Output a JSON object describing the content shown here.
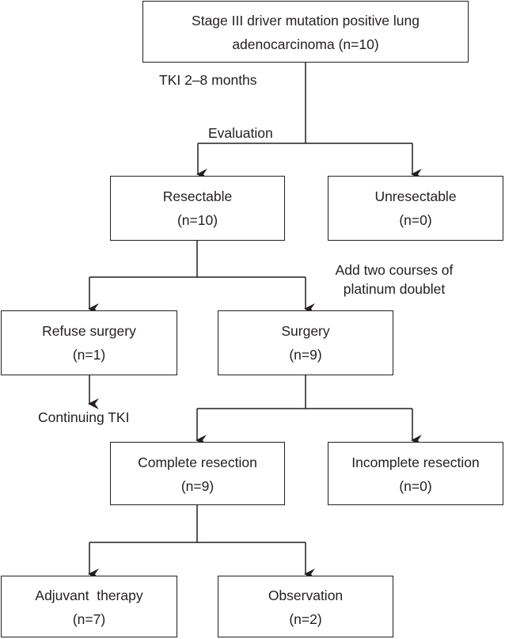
{
  "boxes": {
    "start": {
      "line1": "Stage III driver mutation positive lung",
      "line2": "adenocarcinoma (n=10)"
    },
    "resectable": {
      "line1": "Resectable",
      "line2": "(n=10)"
    },
    "unresectable": {
      "line1": "Unresectable",
      "line2": "(n=0)"
    },
    "refuse_surgery": {
      "line1": "Refuse surgery",
      "line2": "(n=1)"
    },
    "surgery": {
      "line1": "Surgery",
      "line2": "(n=9)"
    },
    "complete_resection": {
      "line1": "Complete resection",
      "line2": "(n=9)"
    },
    "incomplete_resection": {
      "line1": "Incomplete resection",
      "line2": "(n=0)"
    },
    "adjuvant_therapy": {
      "line1": "Adjuvant  therapy",
      "line2": "(n=7)"
    },
    "observation": {
      "line1": "Observation",
      "line2": "(n=2)"
    }
  },
  "labels": {
    "tki": "TKI 2–8 months",
    "evaluation": "Evaluation",
    "add_courses_line1": "Add two courses of",
    "add_courses_line2": "platinum doublet",
    "continuing_tki": "Continuing TKI"
  }
}
